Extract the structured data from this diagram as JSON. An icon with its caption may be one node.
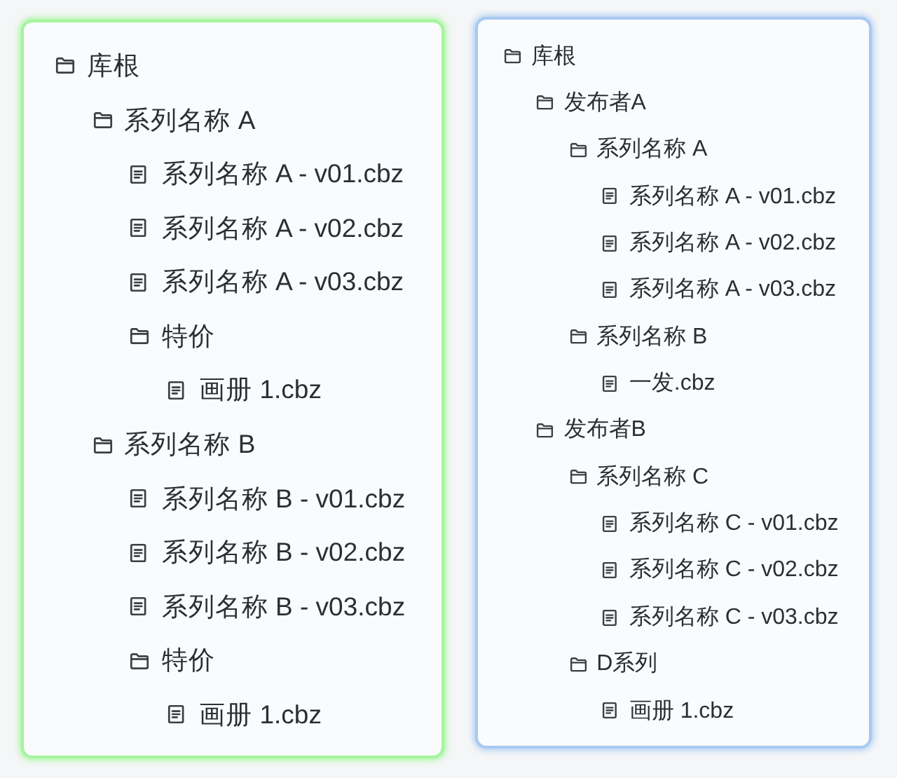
{
  "diagram": {
    "nodes": [
      {
        "text": [
          "库根",
          "系列名称 A",
          "系列名称 A - v01.cbz",
          "系列名称 A - v02.cbz",
          "系列名称 A - v03.cbz",
          "特价",
          "画册 1.cbz",
          "系列名称 B",
          "系列名称 B - v01.cbz",
          "系列名称 B - v02.cbz",
          "系列名称 B - v03.cbz",
          "特价",
          "画册 1.cbz"
        ]
      },
      {
        "text": [
          "库根",
          "发布者A",
          "系列名称 A",
          "系列名称 A - v01.cbz",
          "系列名称 A - v02.cbz",
          "系列名称 A - v03.cbz",
          "系列名称 B",
          "一发.cbz",
          "发布者B",
          "系列名称 C",
          "系列名称 C - v01.cbz",
          "系列名称 C - v02.cbz",
          "系列名称 C - v03.cbz",
          "D系列",
          "画册 1.cbz"
        ]
      }
    ]
  }
}
